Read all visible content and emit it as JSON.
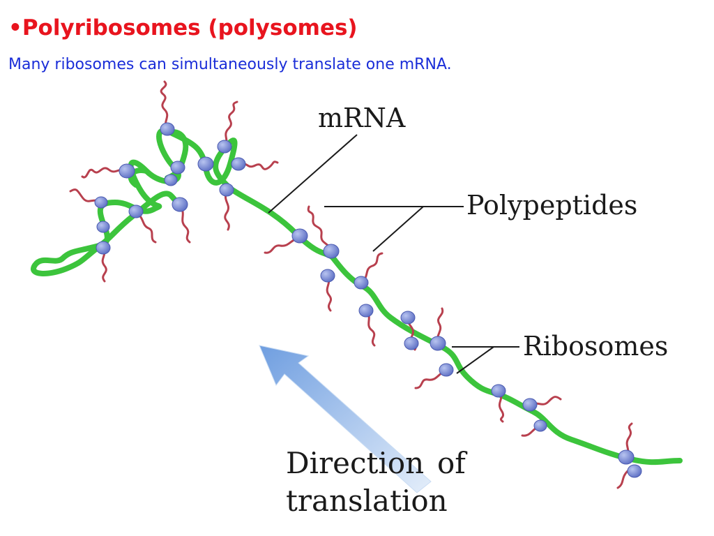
{
  "slide": {
    "bullet": "•",
    "title": "Polyribosomes (polysomes)",
    "subtitle": "Many ribosomes can simultaneously translate one mRNA."
  },
  "diagram": {
    "labels": {
      "mrna": "mRNA",
      "polypeptides": "Polypeptides",
      "ribosomes": "Ribosomes",
      "direction_line1": "Direction",
      "direction_line2": "of",
      "direction_line3": "translation"
    },
    "colors": {
      "title": "#e8141e",
      "subtitle": "#1a2dd8",
      "mrna_strand": "#3cc43c",
      "polypeptide": "#b8404e",
      "ribosome": "#7f8fd8",
      "arrow": "#8ab4e8"
    }
  }
}
